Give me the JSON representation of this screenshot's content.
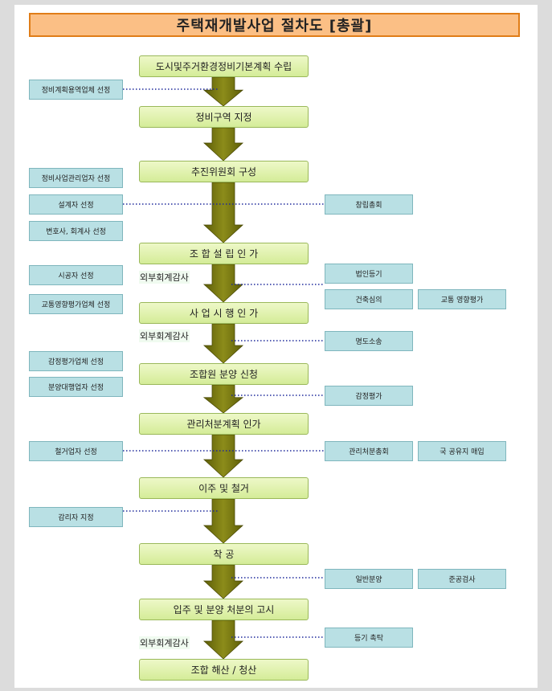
{
  "title": "주택재개발사업  절차도 [총괄]",
  "steps": [
    "도시및주거환경정비기본계획 수립",
    "정비구역 지정",
    "추진위원회 구성",
    "조 합 설 립 인 가",
    "사 업 시 행 인 가",
    "조합원 분양 신청",
    "관리처분계획 인가",
    "이주 및 철거",
    "착  공",
    "입주 및 분양 처분의 고시",
    "조합 해산 / 청산"
  ],
  "left_boxes": [
    "정비계획용역업체 선정",
    "정비사업관리업자 선정",
    "설계자 선정",
    "변호사, 회계사 선정",
    "시공자 선정",
    "교통영향평가업체 선정",
    "감정평가업체 선정",
    "분양대행업자 선정",
    "철거업자 선정",
    "감리자 지정"
  ],
  "right_boxes": [
    "창립총회",
    "법인등기",
    "건축심의",
    "교통 영향평가",
    "명도소송",
    "감정평가",
    "관리처분총회",
    "국 공유지 매입",
    "일반분양",
    "준공검사",
    "등기 촉탁"
  ],
  "notes": [
    "외부회계감사",
    "외부회계감사",
    "외부회계감사"
  ],
  "colors": {
    "title_fill": "#fbbf85",
    "title_border": "#e07d18",
    "step_fill": "#d4ec98",
    "side_fill": "#b9e0e4",
    "arrow_fill": "#7a7a10",
    "line": "#1f2a9c"
  }
}
